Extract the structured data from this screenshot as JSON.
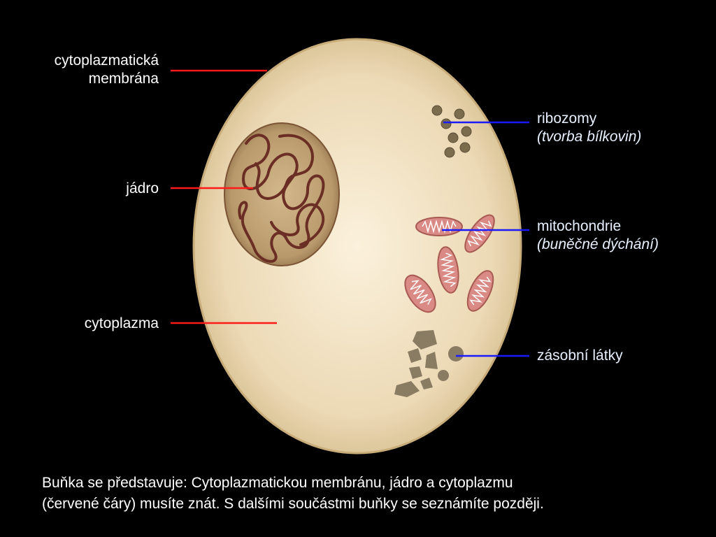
{
  "labels": {
    "membrane_line1": "cytoplazmatická",
    "membrane_line2": "membrána",
    "nucleus": "jádro",
    "cytoplasm": "cytoplazma",
    "ribosomes": "ribozomy",
    "ribosomes_note": "(tvorba bílkovin)",
    "mitochondria": "mitochondrie",
    "mitochondria_note": "(buněčné dýchání)",
    "storage": "zásobní látky"
  },
  "caption": {
    "line1": "Buňka se představuje: Cytoplazmatickou membránu, jádro a cytoplazmu",
    "line2": "(červené čáry) musíte znát. S dalšími součástmi buňky se seznámíte později."
  },
  "colors": {
    "background": "#000000",
    "cell_fill": "#f3e3c3",
    "cell_edge": "#d4bc8c",
    "nucleus_fill": "#b8996c",
    "chromatin": "#6b2e24",
    "mitochondria": "#d98a84",
    "ribosome": "#7c6c4e",
    "storage": "#8a7b63",
    "red_line": "#ff1a1a",
    "blue_line": "#1a1aff"
  }
}
